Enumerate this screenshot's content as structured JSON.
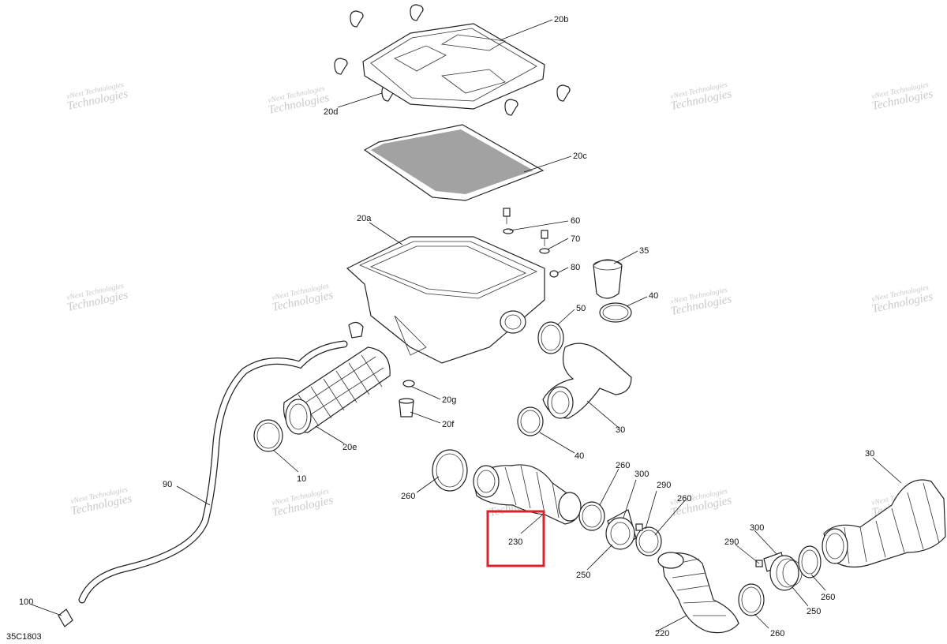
{
  "diagram": {
    "drawing_code": "35C1803",
    "watermark_line1": "vNext Technologies",
    "watermark_line2": "Technologies",
    "highlighted_part": "230",
    "colors": {
      "highlight": "#d9232d",
      "line": "#222222",
      "watermark": "#c9c9c9"
    },
    "callouts": [
      {
        "label": "20b"
      },
      {
        "label": "20d"
      },
      {
        "label": "20c"
      },
      {
        "label": "20a"
      },
      {
        "label": "60"
      },
      {
        "label": "70"
      },
      {
        "label": "80"
      },
      {
        "label": "35"
      },
      {
        "label": "40"
      },
      {
        "label": "50"
      },
      {
        "label": "20g"
      },
      {
        "label": "20f"
      },
      {
        "label": "20e"
      },
      {
        "label": "10"
      },
      {
        "label": "30"
      },
      {
        "label": "40"
      },
      {
        "label": "90"
      },
      {
        "label": "260"
      },
      {
        "label": "260"
      },
      {
        "label": "300"
      },
      {
        "label": "290"
      },
      {
        "label": "260"
      },
      {
        "label": "230"
      },
      {
        "label": "250"
      },
      {
        "label": "300"
      },
      {
        "label": "290"
      },
      {
        "label": "30"
      },
      {
        "label": "260"
      },
      {
        "label": "250"
      },
      {
        "label": "260"
      },
      {
        "label": "220"
      },
      {
        "label": "100"
      }
    ]
  }
}
